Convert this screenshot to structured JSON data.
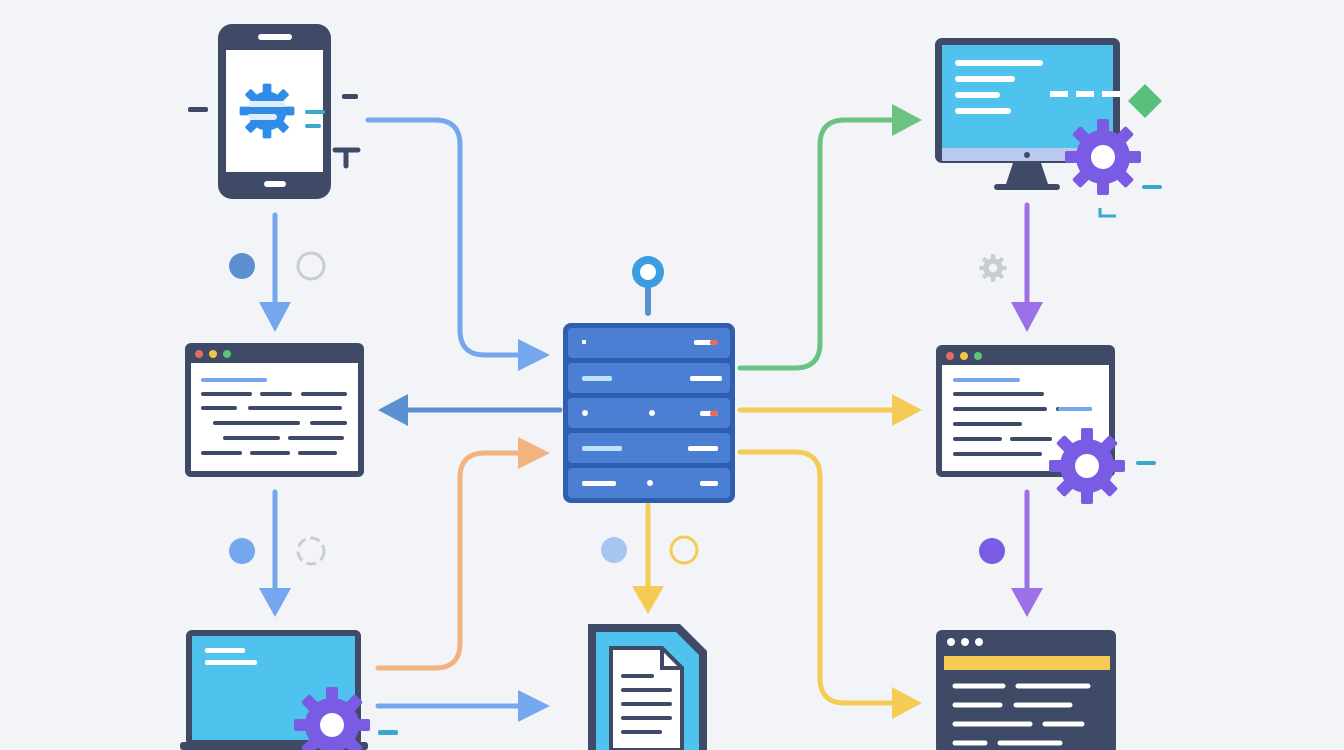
{
  "colors": {
    "background": "#f3f4f8",
    "outline": "#3f4a66",
    "screen": "#4fc3ee",
    "window_body": "#ffffff",
    "server": "#4a7fd4",
    "server_dark": "#2f5eae",
    "gear": "#7a5be3",
    "arrow_blue": "#74a7ee",
    "arrow_steel": "#5b8fd0",
    "arrow_green": "#6cc283",
    "arrow_orange": "#f3b37f",
    "arrow_yellow": "#f4cc55",
    "arrow_purple": "#9c71e8",
    "dot_red": "#ea6a63",
    "dot_yellow": "#f4c742",
    "dot_green": "#5fc47a",
    "diamond_green": "#56c07c",
    "accent_teal": "#3aa8c8"
  },
  "nodes": [
    {
      "id": "mobile",
      "icon": "smartphone-gear-icon"
    },
    {
      "id": "browser-left",
      "icon": "browser-window-icon"
    },
    {
      "id": "laptop-left",
      "icon": "laptop-gear-icon"
    },
    {
      "id": "server",
      "icon": "server-rack-icon"
    },
    {
      "id": "document",
      "icon": "document-icon"
    },
    {
      "id": "monitor",
      "icon": "desktop-monitor-gear-icon"
    },
    {
      "id": "browser-right",
      "icon": "browser-window-gear-icon"
    },
    {
      "id": "browser-bottom-right",
      "icon": "browser-window-icon"
    }
  ],
  "connections": [
    {
      "from": "mobile",
      "to": "browser-left",
      "color": "arrow_blue"
    },
    {
      "from": "browser-left",
      "to": "laptop-left",
      "color": "arrow_blue"
    },
    {
      "from": "mobile",
      "to": "server",
      "color": "arrow_blue"
    },
    {
      "from": "server",
      "to": "browser-left",
      "color": "arrow_steel"
    },
    {
      "from": "laptop-left",
      "to": "server",
      "color": "arrow_orange"
    },
    {
      "from": "laptop-left",
      "to": "document",
      "color": "arrow_blue"
    },
    {
      "from": "server",
      "to": "monitor",
      "color": "arrow_green"
    },
    {
      "from": "server",
      "to": "browser-right",
      "color": "arrow_yellow"
    },
    {
      "from": "server",
      "to": "document",
      "color": "arrow_yellow"
    },
    {
      "from": "server",
      "to": "browser-bottom-right",
      "color": "arrow_yellow"
    },
    {
      "from": "monitor",
      "to": "browser-right",
      "color": "arrow_purple"
    },
    {
      "from": "browser-right",
      "to": "browser-bottom-right",
      "color": "arrow_purple"
    }
  ]
}
